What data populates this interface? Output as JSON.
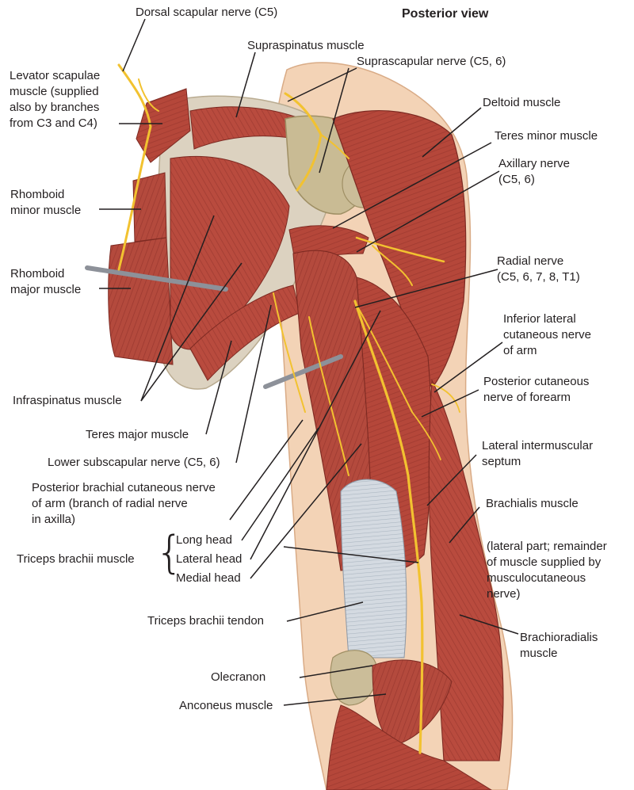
{
  "view_title": "Posterior view",
  "labels": {
    "dorsal_scapular_nerve": "Dorsal scapular nerve (C5)",
    "supraspinatus_muscle": "Supraspinatus muscle",
    "suprascapular_nerve": "Suprascapular nerve (C5, 6)",
    "levator_scapulae": [
      "Levator scapulae",
      "muscle (supplied",
      "also by branches",
      "from C3 and C4)"
    ],
    "deltoid_muscle": "Deltoid muscle",
    "teres_minor_muscle": "Teres minor muscle",
    "axillary_nerve": [
      "Axillary nerve",
      "(C5, 6)"
    ],
    "rhomboid_minor": [
      "Rhomboid",
      "minor muscle"
    ],
    "rhomboid_major": [
      "Rhomboid",
      "major muscle"
    ],
    "radial_nerve": [
      "Radial nerve",
      "(C5, 6, 7, 8, T1)"
    ],
    "inferior_lateral_cutaneous": [
      "Inferior lateral",
      "cutaneous nerve",
      "of arm"
    ],
    "posterior_cutaneous_forearm": [
      "Posterior cutaneous",
      "nerve of forearm"
    ],
    "infraspinatus_muscle": "Infraspinatus muscle",
    "teres_major_muscle": "Teres major muscle",
    "lateral_intermuscular_septum": [
      "Lateral intermuscular",
      "septum"
    ],
    "lower_subscapular_nerve": "Lower subscapular nerve (C5, 6)",
    "posterior_brachial_cutaneous": [
      "Posterior brachial cutaneous nerve",
      "of arm (branch of radial nerve",
      "in axilla)"
    ],
    "brachialis_muscle": "Brachialis muscle",
    "brachialis_note": [
      "(lateral part; remainder",
      "of muscle supplied by",
      "musculocutaneous",
      "nerve)"
    ],
    "triceps_brachii_muscle": "Triceps brachii muscle",
    "long_head": "Long head",
    "lateral_head": "Lateral head",
    "medial_head": "Medial head",
    "triceps_brachii_tendon": "Triceps brachii tendon",
    "brachioradialis_muscle": [
      "Brachioradialis",
      "muscle"
    ],
    "olecranon": "Olecranon",
    "anconeus_muscle": "Anconeus muscle"
  },
  "colors": {
    "muscle": "#b5473a",
    "muscle_dark": "#8e2f27",
    "muscle_light": "#d77a68",
    "skin": "#f3d3b6",
    "fascia": "#dcd2c0",
    "bone": "#c9bb94",
    "tendon": "#cfd6de",
    "nerve": "#f2c230",
    "leader": "#231f20"
  }
}
